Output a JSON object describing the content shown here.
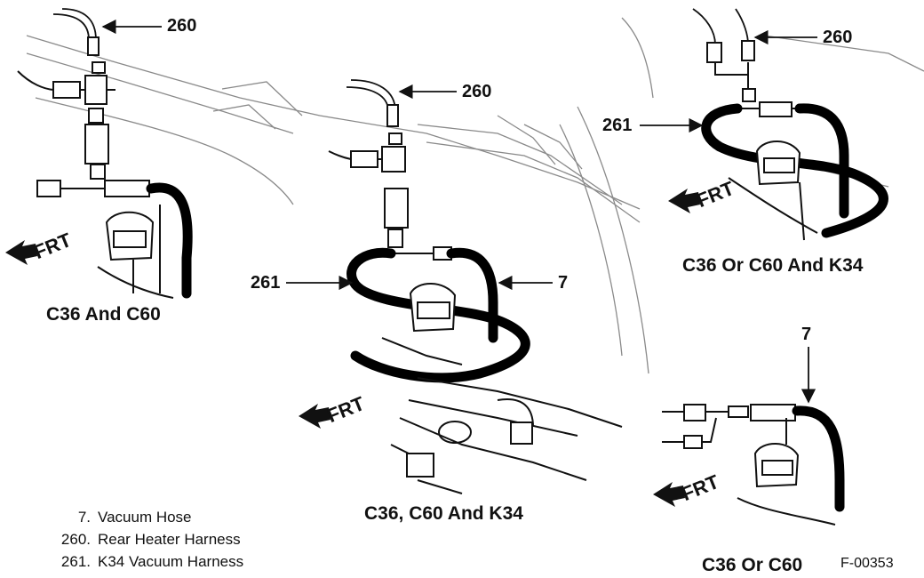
{
  "panels": {
    "top_left": {
      "caption": "C36 And C60",
      "callout_260": "260",
      "frt": "FRT"
    },
    "center": {
      "caption": "C36, C60 And K34",
      "callout_260": "260",
      "callout_261": "261",
      "callout_7": "7",
      "frt": "FRT"
    },
    "top_right": {
      "caption": "C36 Or C60 And K34",
      "callout_260": "260",
      "callout_261": "261",
      "frt": "FRT"
    },
    "bottom_right": {
      "caption": "C36 Or C60",
      "callout_7": "7",
      "frt": "FRT"
    }
  },
  "legend": [
    {
      "number": "7.",
      "text": "Vacuum Hose"
    },
    {
      "number": "260.",
      "text": "Rear Heater Harness"
    },
    {
      "number": "261.",
      "text": "K34 Vacuum Harness"
    }
  ],
  "figure_id": "F-00353",
  "colors": {
    "ink": "#111111",
    "background": "#ffffff",
    "body_line": "#9a9a9a"
  }
}
